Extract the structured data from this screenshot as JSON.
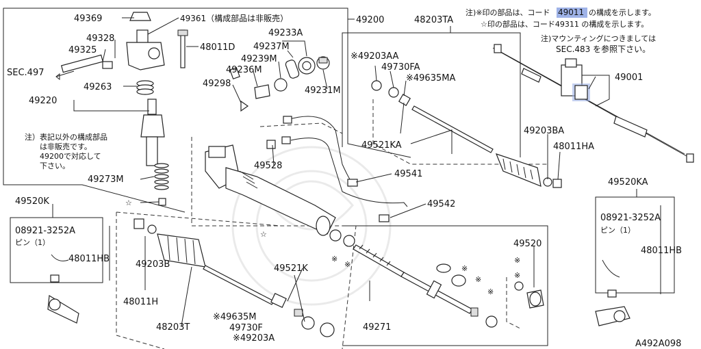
{
  "labels": {
    "p49369": "49369",
    "p49361": "49361（構成部品は非販売）",
    "p49328": "49328",
    "p49325": "49325",
    "p48011D": "48011D",
    "sec497": "SEC.497",
    "p49263": "49263",
    "p49220": "49220",
    "p49233A": "49233A",
    "p49237M": "49237M",
    "p49239M": "49239M",
    "p49236M": "49236M",
    "p49298": "49298",
    "p49231M": "49231M",
    "p49200": "49200",
    "p48203TA": "48203TA",
    "p49203AA": "※49203AA",
    "p49730FA": "49730FA",
    "p49635MA": "※49635MA",
    "p49001": "49001",
    "p49521KA": "49521KA",
    "p49203BA": "49203BA",
    "p48011HA": "48011HA",
    "p49528": "49528",
    "p49541": "49541",
    "p49542": "49542",
    "p49273M": "49273M",
    "p49520KA": "49520KA",
    "pin_code_right": "08921-3252A",
    "pin_right": "ピン（1）",
    "p48011HB_right": "48011HB",
    "p49520K": "49520K",
    "pin_code_left": "08921-3252A",
    "pin_left": "ピン（1）",
    "p48011HB_left": "48011HB",
    "p49203B": "49203B",
    "p48011H": "48011H",
    "p48203T": "48203T",
    "p49521K": "49521K",
    "p49635M": "※49635M",
    "p49730F": "49730F",
    "p49203A": "※49203A",
    "p49271": "49271",
    "p49520": "49520",
    "diagram_code": "A492A098",
    "star": "☆",
    "kome": "※"
  },
  "notes": {
    "line1_pre": "注)※印の部品は、コード",
    "line1_hl": "49011",
    "line1_post": "の構成を示します。",
    "line2": "☆印の部品は、コード49311 の構成を示します。",
    "mount1": "注)マウンティングにつきましては",
    "mount2": "SEC.483 を参照下さい。",
    "left1": "注）表記以外の構成部品",
    "left2": "は非販売です。",
    "left3": "49200で対応して",
    "left4": "下さい。"
  },
  "colors": {
    "highlight": "#9fb3e8"
  }
}
